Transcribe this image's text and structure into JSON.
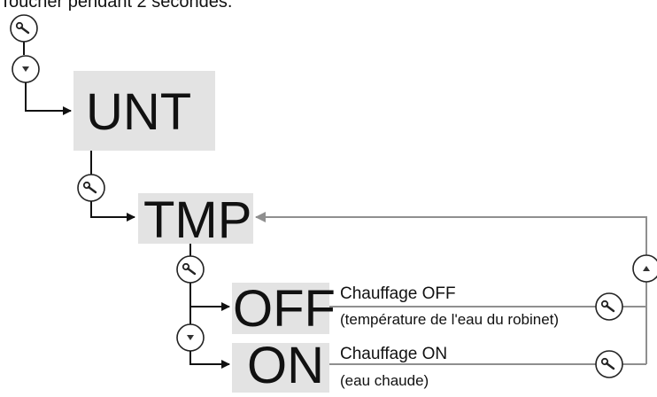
{
  "header_text": "Toucher pendant 2 secondes.",
  "menu": {
    "unit_label": "UNT",
    "temp_label": "TMP",
    "off_label": "OFF",
    "on_label": "ON"
  },
  "descriptions": {
    "off_line1": "Chauffage OFF",
    "off_line2": "(température de l'eau du robinet)",
    "on_line1": "Chauffage ON",
    "on_line2": "(eau chaude)"
  },
  "icons": {
    "wrench": "wrench-icon",
    "down": "down-arrow-icon",
    "up": "up-arrow-icon"
  },
  "colors": {
    "box_fill": "#e3e3e3",
    "line_dark": "#111111",
    "line_grey": "#8f8f8f"
  }
}
